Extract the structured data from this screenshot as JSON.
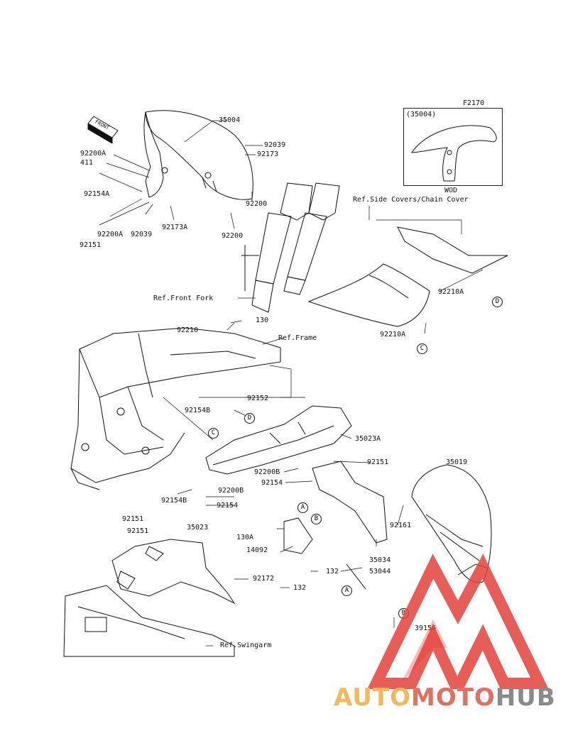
{
  "diagram": {
    "code": "F2170",
    "inset": {
      "variant_label": "(35004)",
      "tag": "WOD"
    },
    "direction_label": "FRONT",
    "part_labels": [
      "35004",
      "92039",
      "92173",
      "92200A",
      "411",
      "92154A",
      "92151",
      "92200A",
      "92039",
      "92173A",
      "92200",
      "92200",
      "Ref.Front Fork",
      "130",
      "92210",
      "Ref.Frame",
      "Ref.Side Covers/Chain Cover",
      "92210A",
      "92210A",
      "92152",
      "92154B",
      "35023A",
      "92151",
      "35019",
      "92200B",
      "92154",
      "92154B",
      "92200B",
      "92154",
      "92161",
      "92151",
      "92151",
      "35023",
      "130A",
      "14092",
      "35034",
      "132",
      "53044",
      "92172",
      "132",
      "39156",
      "Ref.Swingarm"
    ],
    "ref_circles": [
      "D",
      "C",
      "D",
      "C",
      "A",
      "B",
      "A",
      "B"
    ]
  },
  "watermark": {
    "part1": "AUTO",
    "part2": "MOTO",
    "part3": "HUB"
  },
  "colors": {
    "line": "#111111",
    "watermark_red": "#e5413a",
    "watermark_gold": "#f0b95a",
    "watermark_gray": "#8a8a8a"
  }
}
